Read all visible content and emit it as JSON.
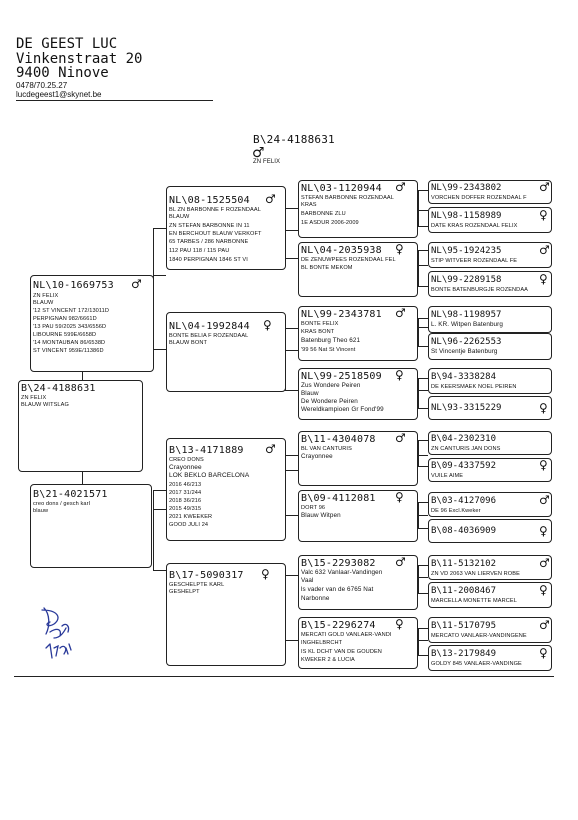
{
  "owner": {
    "name": "DE GEEST LUC",
    "street": "Vinkenstraat 20",
    "city": "9400 Ninove",
    "phone": "0478/70.25.27",
    "email": "lucdegeest1@skynet.be"
  },
  "subject": {
    "ring": "B\\24-4188631",
    "sex": "♂",
    "name": "ZN FELIX"
  },
  "signature": {
    "text": "Deheest",
    "date": "1.11.25"
  },
  "pigeons": {
    "p": {
      "ring": "B\\24-4188631",
      "sex": "",
      "lines": [
        "ZN FELIX",
        "BLAUW WITSLAG"
      ]
    },
    "f": {
      "ring": "NL\\10-1669753",
      "sex": "♂",
      "lines": [
        "ZN FELIX",
        "BLAUW",
        "'12 ST VINCENT 172/13011D",
        "PERPIGNAN 982/6661D",
        "'13 PAU 59/2025 343/6556D",
        "LIBOURNE 599E/6658D",
        "'14 MONTAUBAN 86/6538D",
        "ST VINCENT 959E/11386D"
      ]
    },
    "m": {
      "ring": "B\\21-4021571",
      "sex": "",
      "lines": [
        "creo dons / gesch karl",
        "blauw"
      ]
    },
    "ff": {
      "ring": "NL\\08-1525504",
      "sex": "♂",
      "lines": [
        "BL ZN BARBONNE F ROZENDAAL",
        "BLAUW",
        "ZN STEFAN BARBONNE IN 11",
        "EN BERCHOUT BLAUW VERKOFT",
        "65 TARBES / 286 NARBONNE",
        "112 PAU 118 / 115 PAU",
        "1840 PERPIGNAN 1846 ST VI"
      ]
    },
    "fm": {
      "ring": "NL\\04-1992844",
      "sex": "♀",
      "lines": [
        "BONTE BELIA F ROZENDAAL",
        "BLAUW BONT"
      ]
    },
    "mf": {
      "ring": "B\\13-4171889",
      "sex": "♂",
      "lines": [
        "CREO DONS",
        "Crayonnee",
        "LOK BEKLO BARCELONA",
        "2016 46/213",
        "2017 31/244",
        "2018 36/216",
        "2015 49/315",
        "2021 KWEEKER",
        "GOOD JULI 24"
      ]
    },
    "mm": {
      "ring": "B\\17-5090317",
      "sex": "♀",
      "lines": [
        "GESCHELPTE KARL",
        "GESHELPT"
      ]
    },
    "fff": {
      "ring": "NL\\03-1120944",
      "sex": "♂",
      "lines": [
        "STEFAN BARBONNE ROZENDAAL",
        "KRAS",
        "BARBONNE ZLU",
        "1E ASDUR 2006-2009"
      ]
    },
    "ffm": {
      "ring": "NL\\04-2035938",
      "sex": "♀",
      "lines": [
        "DE ZENUWPEES ROZENDAAL FEL",
        "BL BONTE MEKOM"
      ]
    },
    "fmf": {
      "ring": "NL\\99-2343781",
      "sex": "♂",
      "lines": [
        "BONTE FELIX",
        "KRAS BONT",
        "Batenburg Theo 621",
        "'99 56 Nat St Vincent"
      ]
    },
    "fmm": {
      "ring": "NL\\99-2518509",
      "sex": "♀",
      "lines": [
        "Zus Wondere Peiren",
        "Blauw",
        "De Wondere Peiren",
        "Wereldkampioen Gr Fond'99"
      ]
    },
    "mff": {
      "ring": "B\\11-4304078",
      "sex": "♂",
      "lines": [
        "BL VAN CANTURIS",
        "Crayonnee"
      ]
    },
    "mfm": {
      "ring": "B\\09-4112081",
      "sex": "♀",
      "lines": [
        "DORT 96",
        "Blauw Witpen"
      ]
    },
    "mmf": {
      "ring": "B\\15-2293082",
      "sex": "♂",
      "lines": [
        "Valc 632 Vanlaar-Vandingen",
        "Vaal",
        "ls vader van de 6765 Nat",
        "Narbonne"
      ]
    },
    "mmm": {
      "ring": "B\\15-2296274",
      "sex": "♀",
      "lines": [
        "MERCATI GOLD VANLAER-VANDI",
        "INGHELBRCHT",
        "IS KL DCHT VAN DE GOUDEN",
        "KWEKER 2 & LUCIA"
      ]
    },
    "g1": {
      "ring": "NL\\99-2343802",
      "sex": "♂",
      "sub": "VORCHEN DOFFER ROZENDAAL F"
    },
    "g2": {
      "ring": "NL\\98-1158989",
      "sex": "♀",
      "sub": "DATE KRAS ROZENDAAL FELIX"
    },
    "g3": {
      "ring": "NL\\95-1924235",
      "sex": "♂",
      "sub": "STIP WITVEER ROZENDAAL FE"
    },
    "g4": {
      "ring": "NL\\99-2289158",
      "sex": "♀",
      "sub": "BONTE BATENBURGJE ROZENDAA"
    },
    "g5": {
      "ring": "NL\\98-1198957",
      "sex": "",
      "sub": "L. KR. Witpen Batenburg"
    },
    "g6": {
      "ring": "NL\\96-2262553",
      "sex": "",
      "sub": "St Vincentje Batenburg"
    },
    "g7": {
      "ring": "B\\94-3338284",
      "sex": "",
      "sub": "DE KEERSMAEK NOEL PEIREN"
    },
    "g8": {
      "ring": "NL\\93-3315229",
      "sex": "♀",
      "sub": ""
    },
    "g9": {
      "ring": "B\\04-2302310",
      "sex": "",
      "sub": "ZN CANTURIS JAN DONS"
    },
    "g10": {
      "ring": "B\\09-4337592",
      "sex": "♀",
      "sub": "VUILE AIME"
    },
    "g11": {
      "ring": "B\\03-4127096",
      "sex": "♂",
      "sub": "DE 96 Excl.Kweker"
    },
    "g12": {
      "ring": "B\\08-4036909",
      "sex": "♀",
      "sub": ""
    },
    "g13": {
      "ring": "B\\11-5132102",
      "sex": "♂",
      "sub": "ZN VD 2063 VAN LIERVEN ROBE"
    },
    "g14": {
      "ring": "B\\11-2008467",
      "sex": "♀",
      "sub": "MARCELLA MONETTE MARCEL"
    },
    "g15": {
      "ring": "B\\11-5170795",
      "sex": "♂",
      "sub": "MERCATO VANLAER-VANDINGENE"
    },
    "g16": {
      "ring": "B\\13-2179849",
      "sex": "♀",
      "sub": "GOLDY 845 VANLAER-VANDINGE"
    }
  }
}
